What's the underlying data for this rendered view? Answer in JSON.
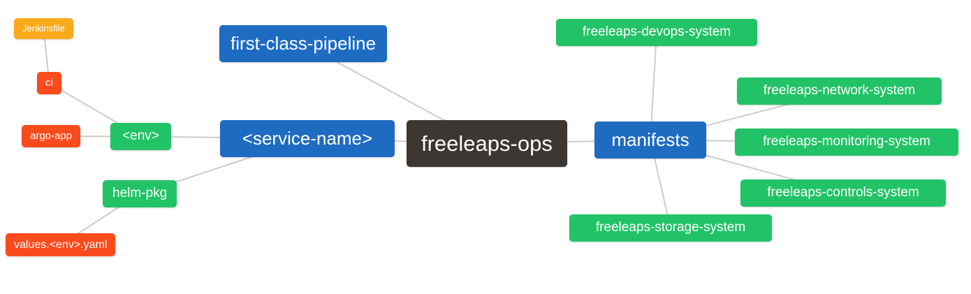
{
  "diagram": {
    "type": "mindmap",
    "root_label": "freeleaps-ops",
    "palette": {
      "depth0": "#3c3733",
      "depth1": "#1e6bc2",
      "depth2": "#22c366",
      "depth3": "#fa4b1d",
      "depth4": "#fbaa1e",
      "line": "#cccccc",
      "text": "#ffffff",
      "background": "#ffffff"
    },
    "nodes": [
      {
        "id": "freeleaps-ops",
        "label": "freeleaps-ops",
        "depth": 0,
        "parent": null
      },
      {
        "id": "first-class-pipeline",
        "label": "first-class-pipeline",
        "depth": 1,
        "parent": "freeleaps-ops"
      },
      {
        "id": "service-name",
        "label": "<service-name>",
        "depth": 1,
        "parent": "freeleaps-ops"
      },
      {
        "id": "manifests",
        "label": "manifests",
        "depth": 1,
        "parent": "freeleaps-ops"
      },
      {
        "id": "env",
        "label": "<env>",
        "depth": 2,
        "parent": "service-name"
      },
      {
        "id": "helm-pkg",
        "label": "helm-pkg",
        "depth": 2,
        "parent": "service-name"
      },
      {
        "id": "ci",
        "label": "ci",
        "depth": 3,
        "parent": "env"
      },
      {
        "id": "argo-app",
        "label": "argo-app",
        "depth": 3,
        "parent": "env"
      },
      {
        "id": "jenkinsfile",
        "label": "Jenkinsfile",
        "depth": 4,
        "parent": "ci"
      },
      {
        "id": "values-env-yaml",
        "label": "values.<env>.yaml",
        "depth": 3,
        "parent": "helm-pkg"
      },
      {
        "id": "freeleaps-devops-system",
        "label": "freeleaps-devops-system",
        "depth": 2,
        "parent": "manifests"
      },
      {
        "id": "freeleaps-network-system",
        "label": "freeleaps-network-system",
        "depth": 2,
        "parent": "manifests"
      },
      {
        "id": "freeleaps-monitoring-system",
        "label": "freeleaps-monitoring-system",
        "depth": 2,
        "parent": "manifests"
      },
      {
        "id": "freeleaps-controls-system",
        "label": "freeleaps-controls-system",
        "depth": 2,
        "parent": "manifests"
      },
      {
        "id": "freeleaps-storage-system",
        "label": "freeleaps-storage-system",
        "depth": 2,
        "parent": "manifests"
      }
    ]
  }
}
